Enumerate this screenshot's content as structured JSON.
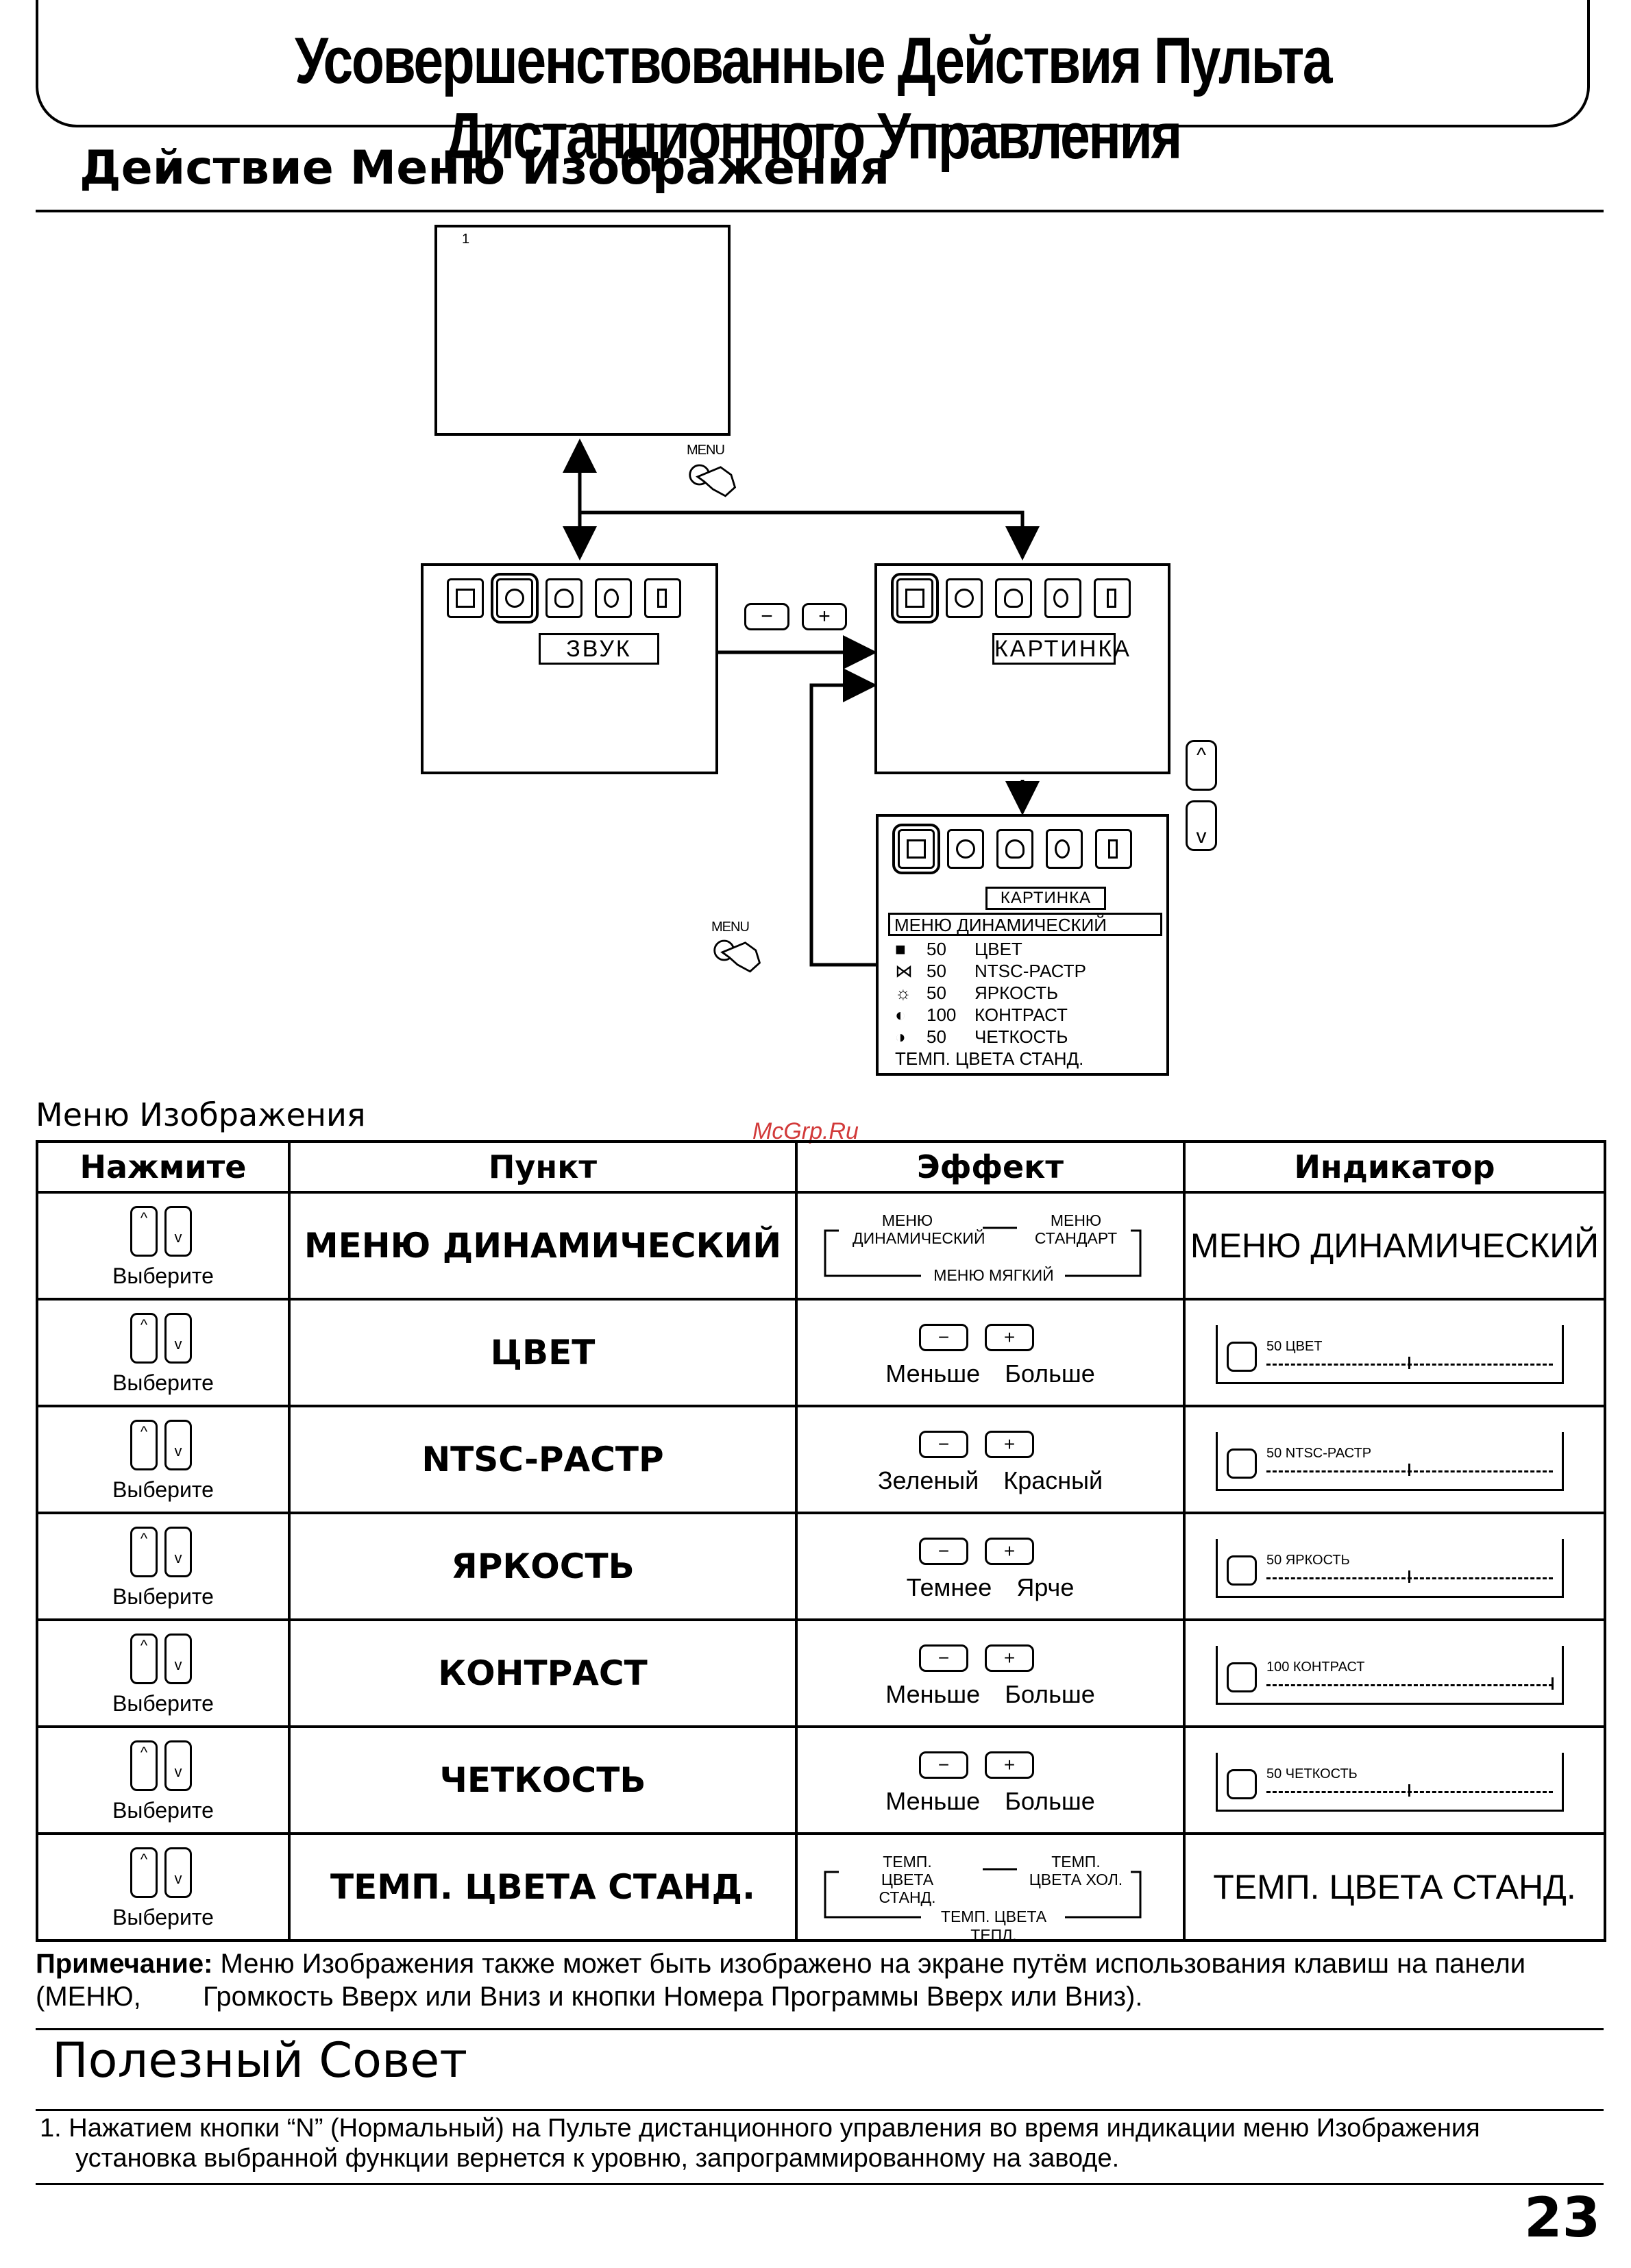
{
  "header": {
    "title": "Усовершенствованные Действия Пульта Дистанционного Управления"
  },
  "section1": {
    "title": "Действие Меню Изображения"
  },
  "diagram": {
    "top_screen_number": "1",
    "menu_button_label_1": "MENU",
    "menu_button_label_2": "MENU",
    "sound_screen_label": "ЗВУК",
    "picture_screen_label": "КАРТИНКА",
    "picture_menu": {
      "label": "КАРТИНКА",
      "highlighted": "МЕНЮ ДИНАМИЧЕСКИЙ",
      "rows": [
        {
          "value": "50",
          "name": "ЦВЕТ"
        },
        {
          "value": "50",
          "name": "NTSC-РАСТР"
        },
        {
          "value": "50",
          "name": "ЯРКОСТЬ"
        },
        {
          "value": "100",
          "name": "КОНТРАСТ"
        },
        {
          "value": "50",
          "name": "ЧЕТКОСТЬ"
        }
      ],
      "last": "ТЕМП. ЦВЕТА СТАНД."
    },
    "key_minus": "−",
    "key_plus": "+",
    "key_up": "^",
    "key_down": "v"
  },
  "table": {
    "caption": "Меню Изображения",
    "watermark": "McGrp.Ru",
    "headers": [
      "Нажмите",
      "Пункт",
      "Эффект",
      "Индикатор"
    ],
    "press_word": "Выберите",
    "rows": [
      {
        "item": "МЕНЮ ДИНАМИЧЕСКИЙ",
        "effect": {
          "a1": "МЕНЮ",
          "a2": "ДИНАМИЧЕСКИЙ",
          "b1": "МЕНЮ",
          "b2": "СТАНДАРТ",
          "c": "МЕНЮ МЯГКИЙ"
        },
        "indicator": "МЕНЮ ДИНАМИЧЕСКИЙ"
      },
      {
        "item": "ЦВЕТ",
        "effect": {
          "left": "Меньше",
          "right": "Больше"
        },
        "indicator": "50 ЦВЕТ",
        "level": 0.5
      },
      {
        "item": "NTSC-РАСТР",
        "effect": {
          "left": "Зеленый",
          "right": "Красный"
        },
        "indicator": "50 NTSC-РАСТР",
        "level": 0.5
      },
      {
        "item": "ЯРКОСТЬ",
        "effect": {
          "left": "Темнее",
          "right": "Ярче"
        },
        "indicator": "50 ЯРКОСТЬ",
        "level": 0.5
      },
      {
        "item": "КОНТРАСТ",
        "effect": {
          "left": "Меньше",
          "right": "Больше"
        },
        "indicator": "100 КОНТРАСТ",
        "level": 1.0
      },
      {
        "item": "ЧЕТКОСТЬ",
        "effect": {
          "left": "Меньше",
          "right": "Больше"
        },
        "indicator": "50 ЧЕТКОСТЬ",
        "level": 0.5
      },
      {
        "item": "ТЕМП. ЦВЕТА СТАНД.",
        "effect": {
          "a1": "ТЕМП.",
          "a2": "ЦВЕТА СТАНД.",
          "b1": "ТЕМП.",
          "b2": "ЦВЕТА ХОЛ.",
          "c": "ТЕМП. ЦВЕТА ТЕПЛ."
        },
        "indicator": "ТЕМП. ЦВЕТА СТАНД."
      }
    ]
  },
  "note": {
    "label": "Примечание:",
    "line1": "Меню Изображения также может быть изображено на экране путём использования клавиш на панели (МЕНЮ,",
    "line2": "Громкость Вверх или Вниз и кнопки Номера Программы Вверх или Вниз)."
  },
  "section2": {
    "title": "Полезный Совет"
  },
  "tip": {
    "line1": "1.  Нажатием кнопки “N” (Нормальный) на Пульте дистанционного управления во время индикации меню Изображения",
    "line2": "установка выбранной функции вернется к уровню, запрограммированному на заводе."
  },
  "page_number": "23"
}
